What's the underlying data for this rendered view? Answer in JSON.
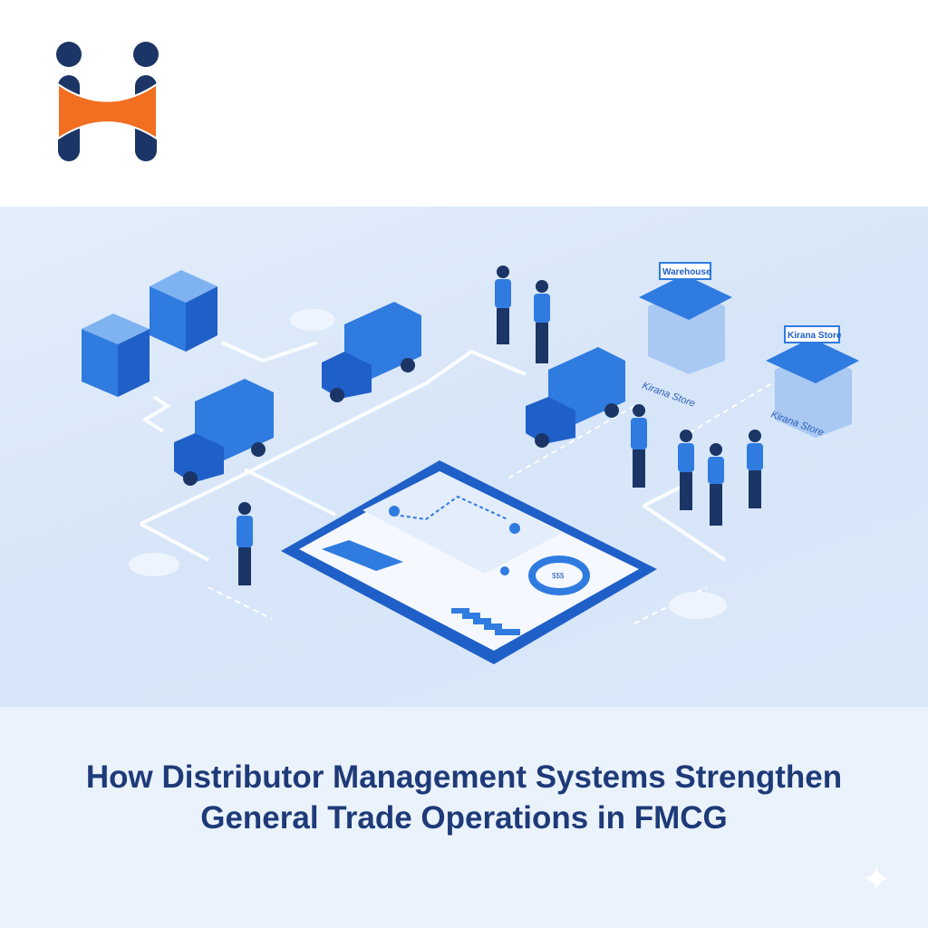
{
  "brand": {
    "logo_colors": {
      "navy": "#1b3566",
      "orange": "#f26e21"
    }
  },
  "illustration": {
    "stores": [
      {
        "sign": "Warehouse",
        "label": "Kirana Store"
      },
      {
        "sign": "Kirana Store",
        "label": "Kirana Store"
      }
    ],
    "tablet": {
      "donut_text": "$$$"
    },
    "accent_color": "#2f7be0"
  },
  "headline": {
    "line1": "How Distributor Management Systems Strengthen",
    "line2": "General Trade Operations in FMCG"
  }
}
